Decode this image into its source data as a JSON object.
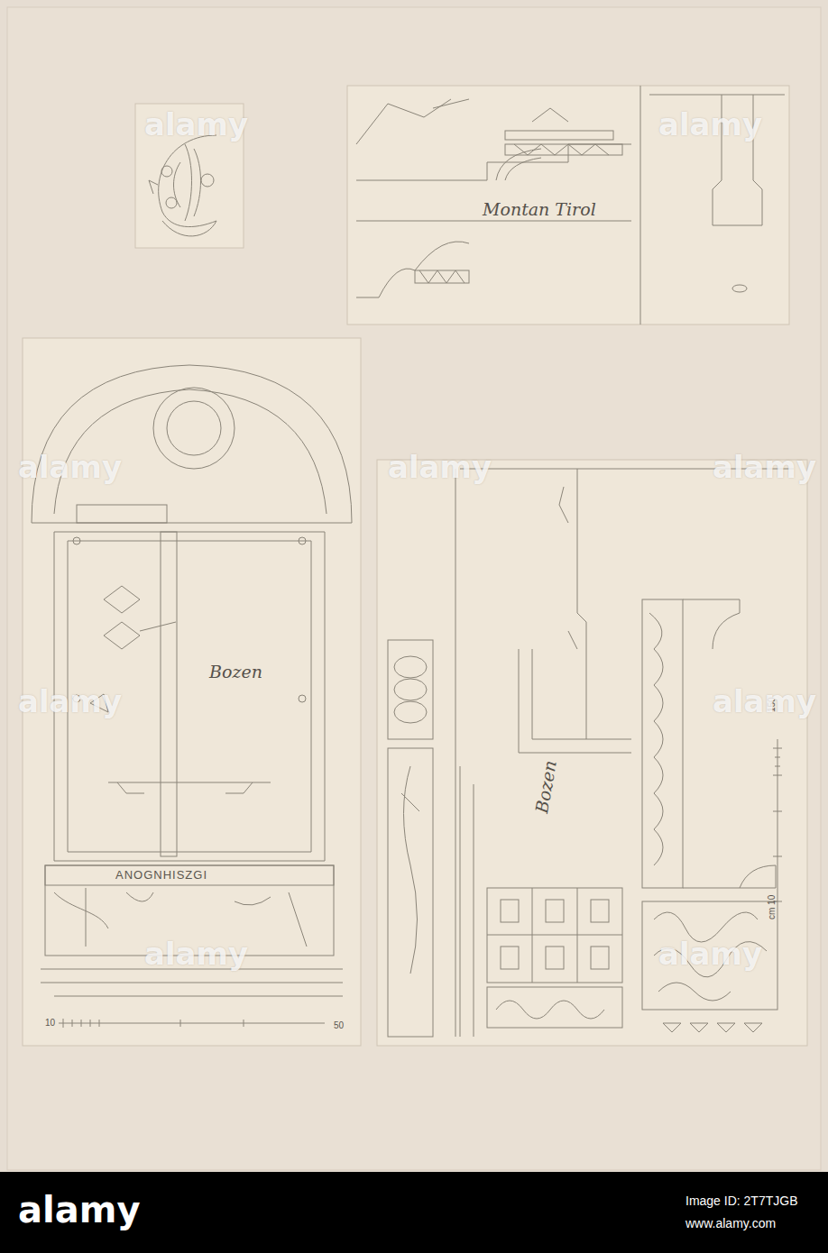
{
  "diagram": {
    "labels": [
      "Montan Tirol",
      "Bozen",
      "ANOGNHISZGI",
      "10",
      "50",
      "Bozen",
      "150",
      "cm 10",
      "alamy",
      "alamy",
      "alamy",
      "alamy",
      "alamy",
      "alamy",
      "alamy",
      "alamy",
      "alamy",
      "alamy",
      "Image ID: 2T7TJGB",
      "www.alamy.com"
    ]
  }
}
